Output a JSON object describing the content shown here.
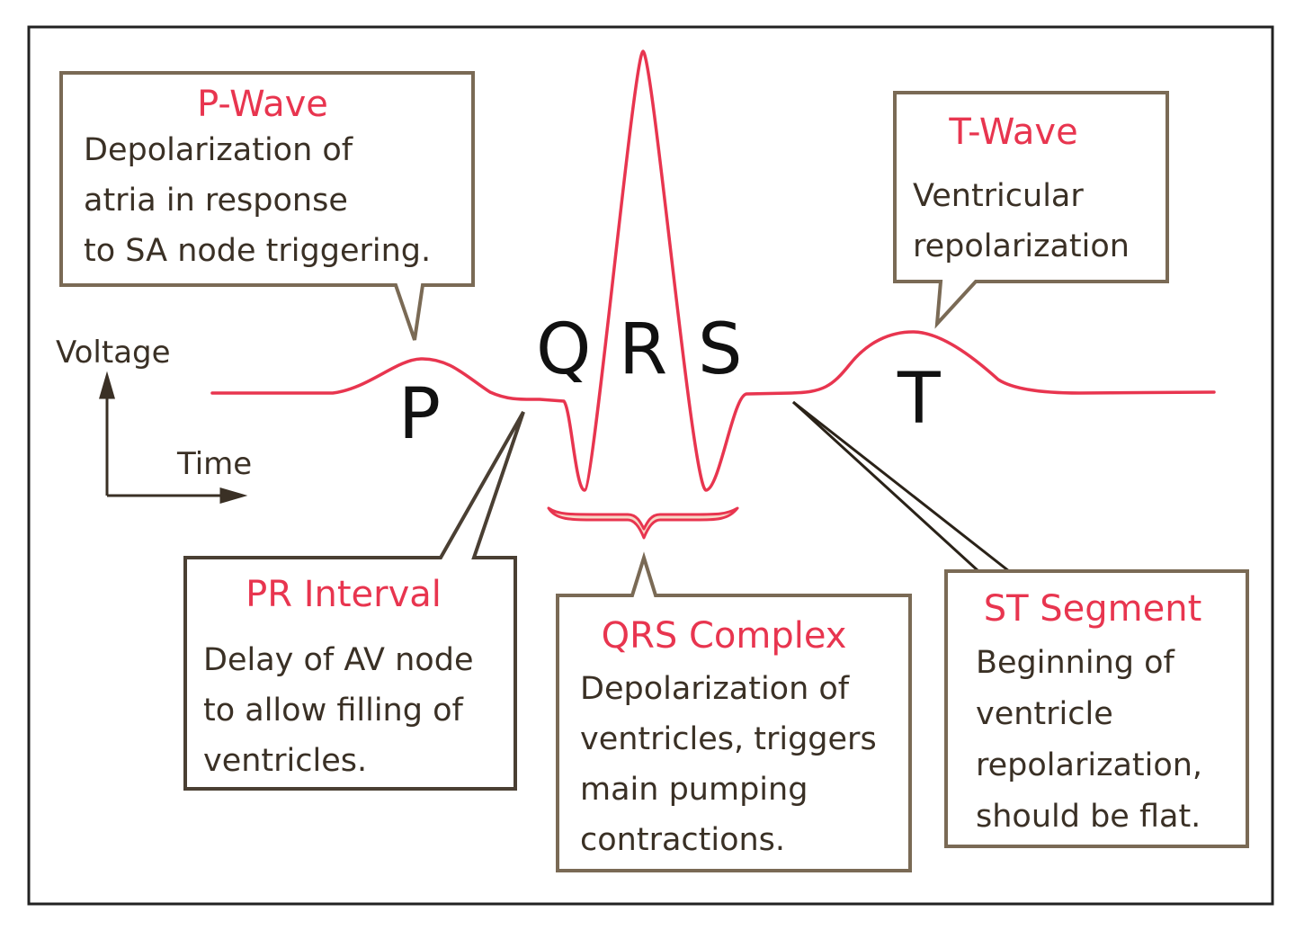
{
  "colors": {
    "trace": "#e8354f",
    "callout_border": "#7a6a55",
    "title_text": "#e8354f",
    "body_text": "#3a3025",
    "bracket_fill": "#f7d9c8"
  },
  "axes": {
    "y_label": "Voltage",
    "x_label": "Time"
  },
  "wave_labels": {
    "p": "P",
    "q": "Q",
    "r": "R",
    "s": "S",
    "t": "T"
  },
  "callouts": {
    "p_wave": {
      "title": "P-Wave",
      "lines": [
        "Depolarization of",
        "atria in response",
        "to SA node triggering."
      ]
    },
    "t_wave": {
      "title": "T-Wave",
      "lines": [
        "Ventricular",
        "repolarization"
      ]
    },
    "pr_interval": {
      "title": "PR  Interval",
      "lines": [
        "Delay of AV node",
        "to allow filling of",
        "ventricles."
      ]
    },
    "qrs_complex": {
      "title": "QRS Complex",
      "lines": [
        "Depolarization of",
        "ventricles, triggers",
        "main pumping",
        "contractions."
      ]
    },
    "st_segment": {
      "title": "ST Segment",
      "lines": [
        "Beginning of",
        "ventricle",
        "repolarization,",
        "should be flat."
      ]
    }
  }
}
